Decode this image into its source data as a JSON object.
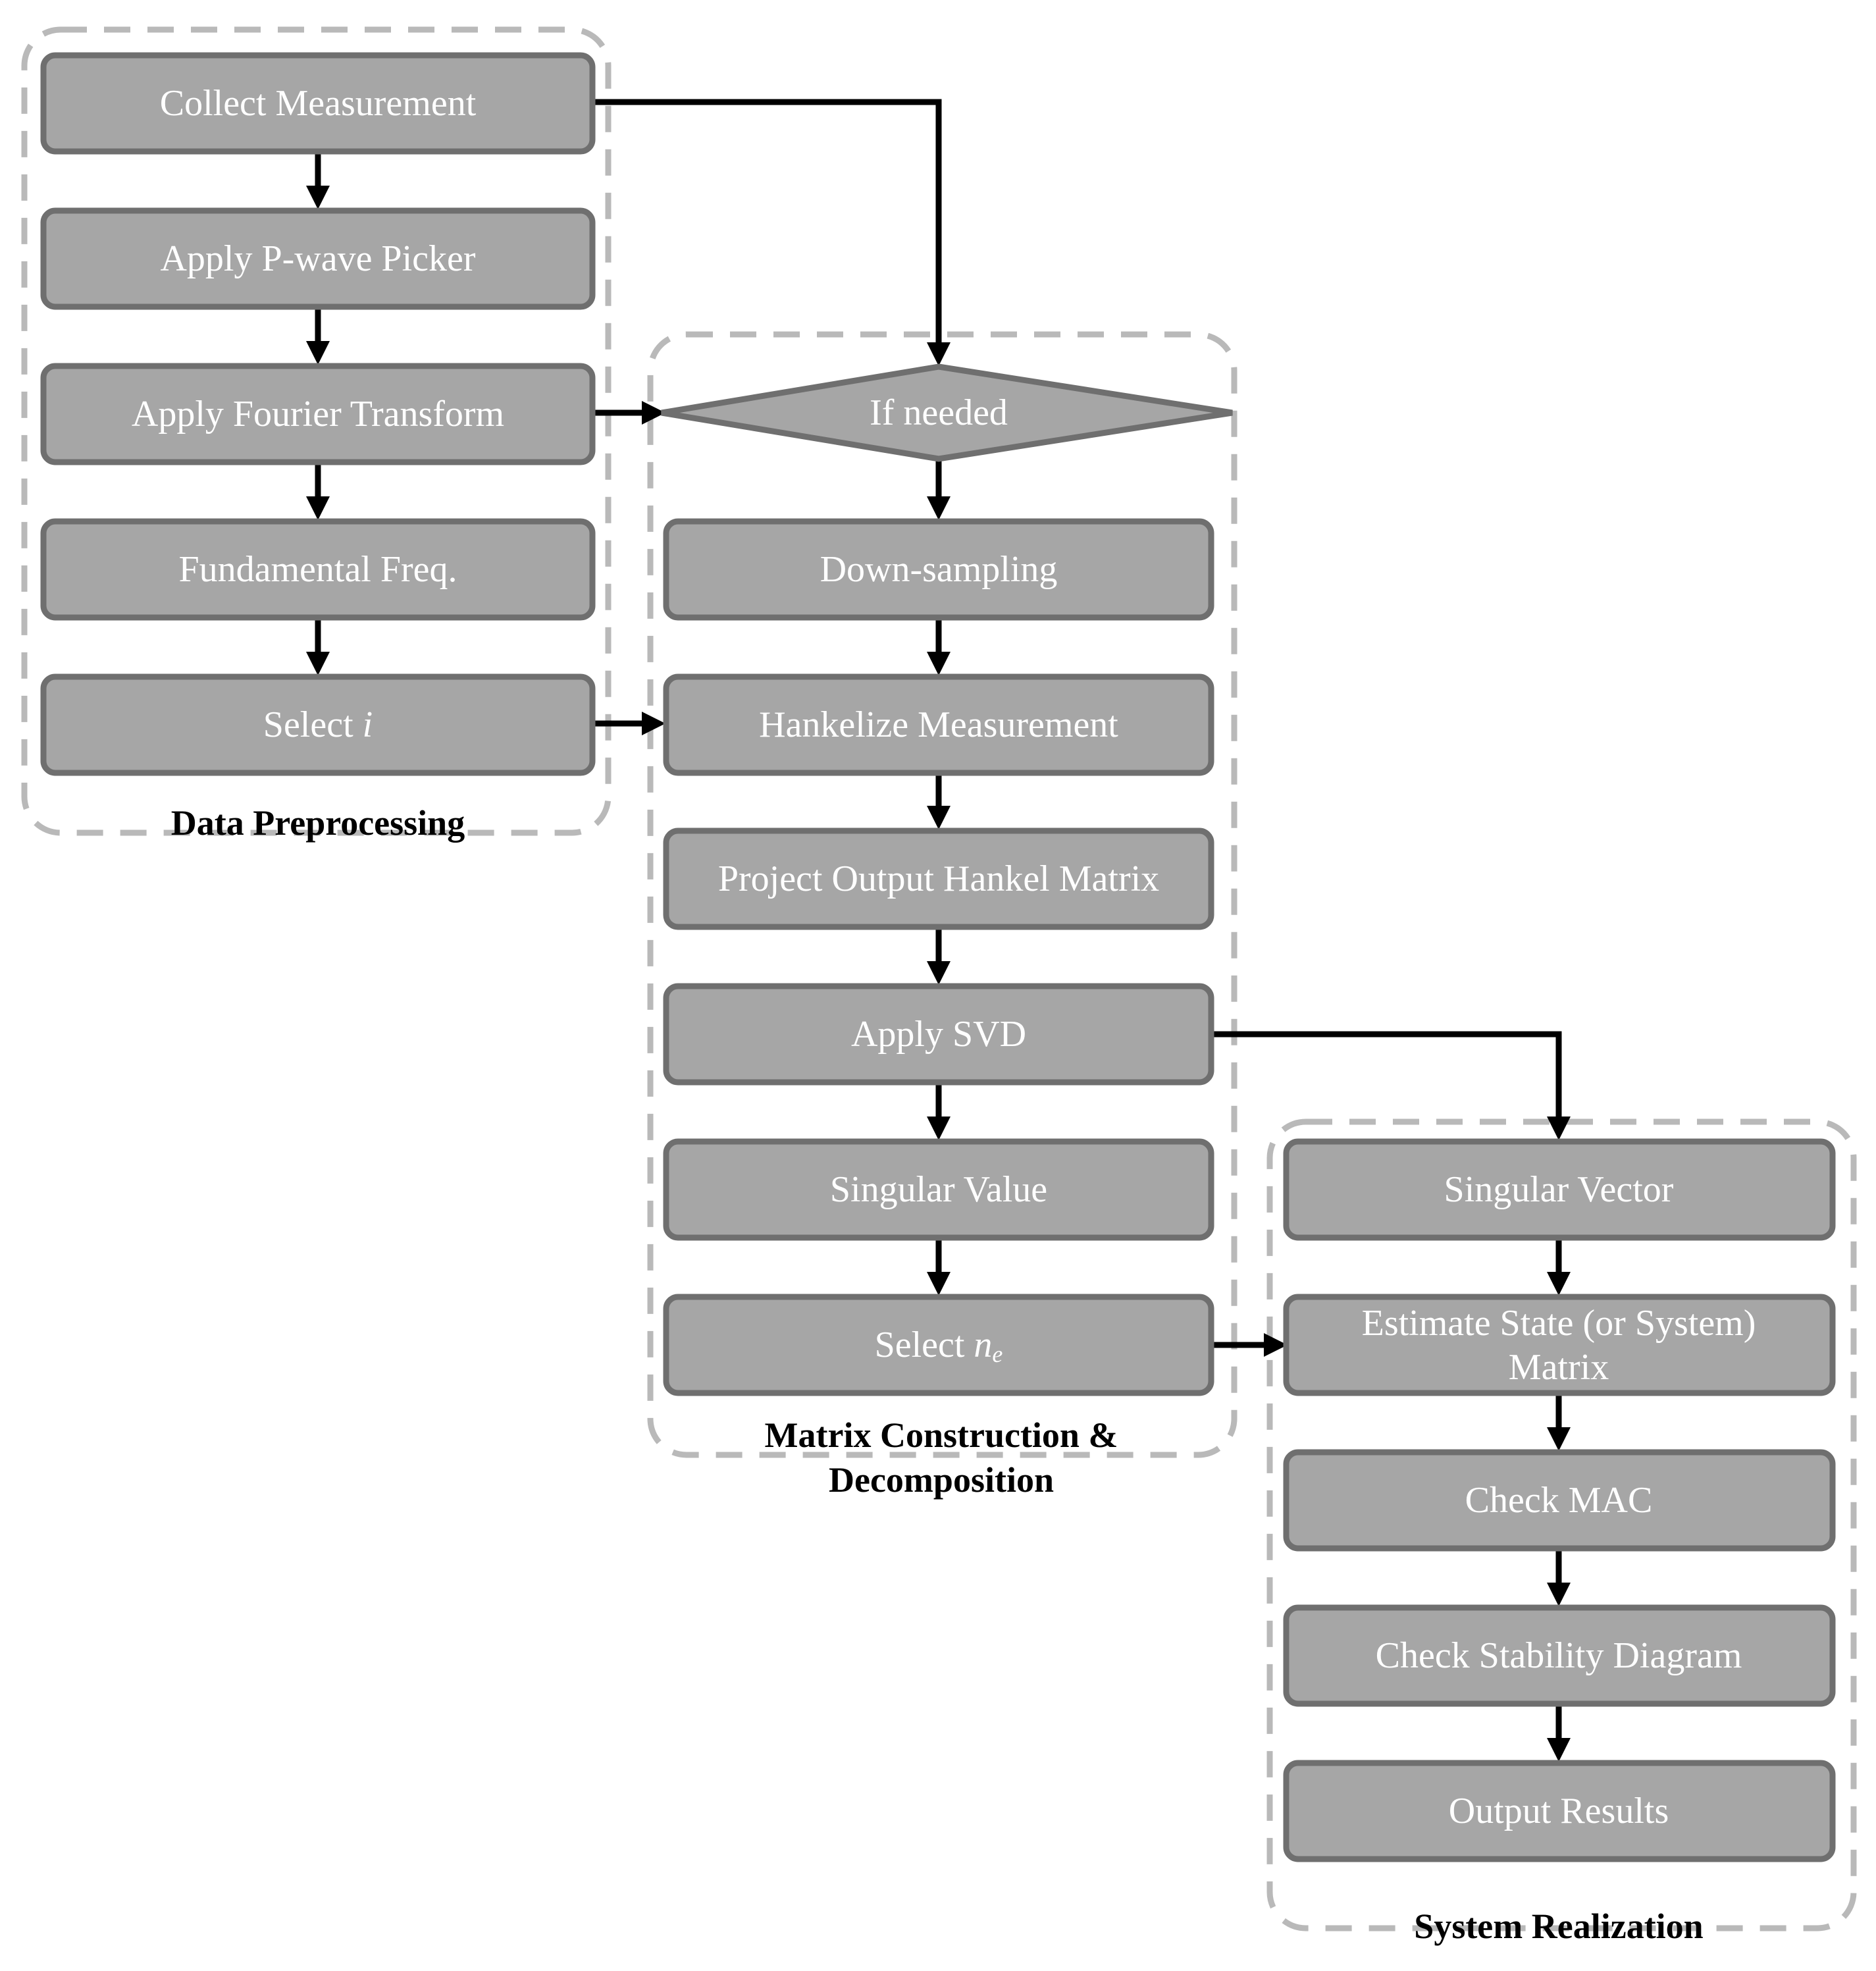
{
  "groups": {
    "preprocessing": {
      "label": "Data Preprocessing"
    },
    "matrix": {
      "label_line1": "Matrix Construction &",
      "label_line2": "Decomposition"
    },
    "realization": {
      "label": "System Realization"
    }
  },
  "steps": {
    "collect_measurement": "Collect Measurement",
    "apply_pwave_picker": "Apply P-wave Picker",
    "apply_fourier_transform": "Apply Fourier Transform",
    "fundamental_freq": "Fundamental Freq.",
    "select_i_prefix": "Select",
    "select_i_var": "i",
    "if_needed": "If needed",
    "down_sampling": "Down-sampling",
    "hankelize_measurement": "Hankelize Measurement",
    "project_output_hankel": "Project Output Hankel Matrix",
    "apply_svd": "Apply SVD",
    "singular_value": "Singular Value",
    "select_ne_prefix": "Select",
    "select_ne_var": "n",
    "select_ne_sub": "e",
    "singular_vector": "Singular Vector",
    "estimate_state_line1": "Estimate State (or System)",
    "estimate_state_line2": "Matrix",
    "check_mac": "Check MAC",
    "check_stability": "Check Stability Diagram",
    "output_results": "Output Results"
  },
  "colors": {
    "box_fill": "#a6a6a6",
    "box_border": "#6f6f6f",
    "box_text": "#ffffff",
    "group_frame": "#b9b9b9",
    "connector": "#000000"
  }
}
